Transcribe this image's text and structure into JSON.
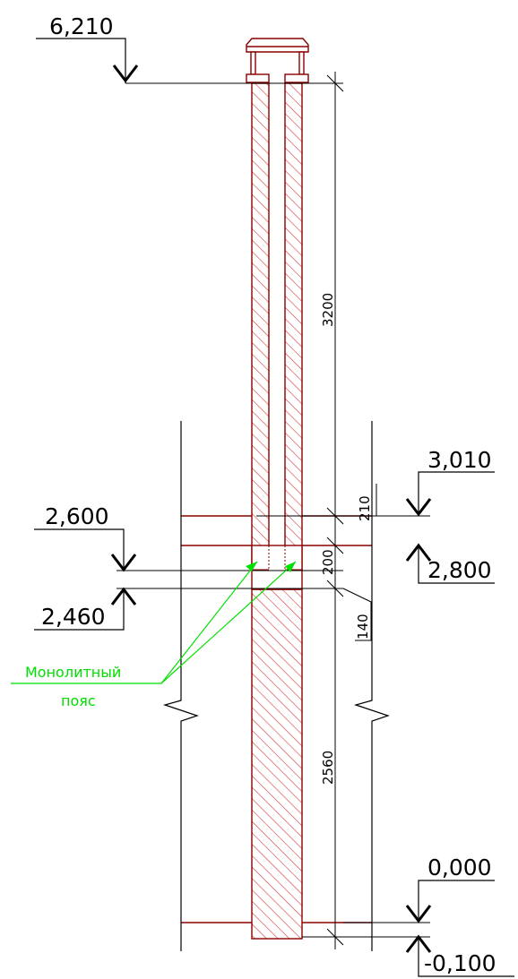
{
  "levels": {
    "top": "6,210",
    "l3010": "3,010",
    "l2600": "2,600",
    "l2800": "2,800",
    "l2460": "2,460",
    "l0000": "0,000",
    "lm0100": "-0,100"
  },
  "dimensions": {
    "d3200": "3200",
    "d210": "210",
    "d200": "200",
    "d140": "140",
    "d2560": "2560"
  },
  "callout": {
    "line1": "Монолитный",
    "line2": "пояс"
  },
  "colors": {
    "wall": "#8b0000",
    "hatch": "#d43a3a",
    "ink": "#000000",
    "callout": "#00e000"
  }
}
